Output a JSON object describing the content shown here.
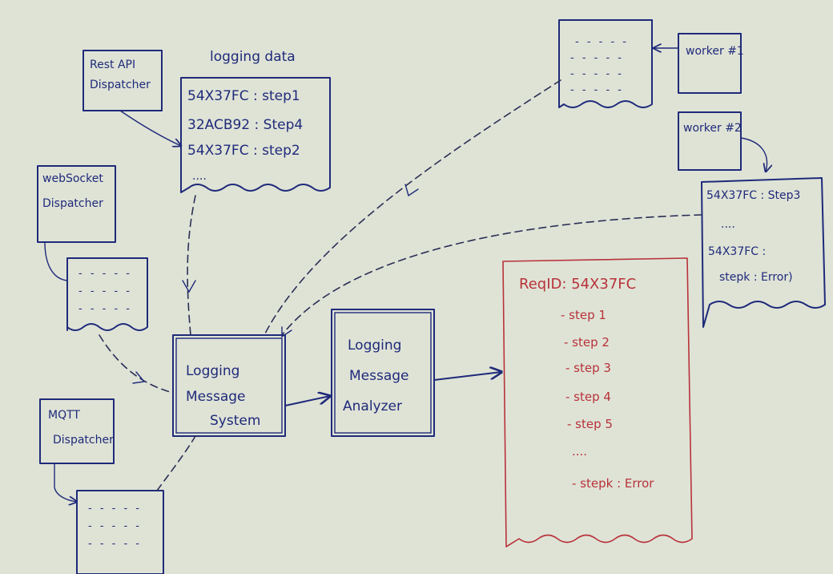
{
  "boxes": {
    "rest_api_dispatcher": [
      "Rest API",
      "Dispatcher"
    ],
    "websocket_dispatcher": [
      "webSocket",
      "Dispatcher"
    ],
    "mqtt_dispatcher": [
      "MQTT",
      "Dispatcher"
    ],
    "logging_message_system": [
      "Logging",
      "Message",
      "System"
    ],
    "logging_message_analyzer": [
      "Logging",
      "Message",
      "Analyzer"
    ],
    "worker_1": "worker #1",
    "worker_2": "worker #2"
  },
  "logging_data": {
    "title": "logging data",
    "entries": [
      "54X37FC : step1",
      "32ACB92 : Step4",
      "54X37FC : step2"
    ],
    "more": "...."
  },
  "worker_log": {
    "line1": "54X37FC : Step3",
    "more": "....",
    "line2": "54X37FC :",
    "line3": "stepk : Error)"
  },
  "result": {
    "req_id": "ReqID: 54X37FC",
    "steps": [
      "- step 1",
      "- step 2",
      "- step 3",
      "- step 4",
      "- step 5"
    ],
    "ellipsis": "....",
    "error_step": "- stepk : Error"
  },
  "placeholder_dots": "- - - - -",
  "colors": {
    "ink": "#1f2a7a",
    "red": "#b8323a",
    "paper": "#dfe3d6"
  }
}
